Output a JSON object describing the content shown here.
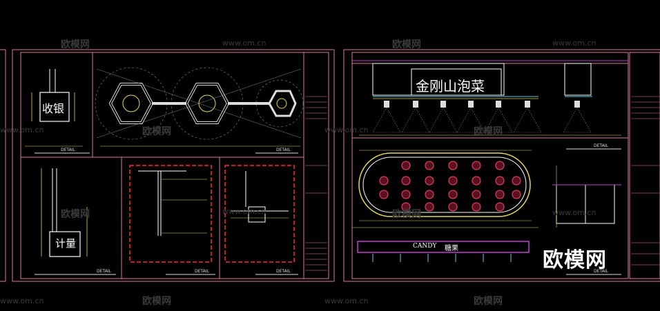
{
  "colors": {
    "background": "#000000",
    "frame": "#e07a9a",
    "dim": "#e6d85a",
    "line_white": "#ffffff",
    "line_cyan": "#5ad0e6",
    "line_magenta": "#c23bd4",
    "red_dash": "#ff2a2a"
  },
  "signs": {
    "cashier": "收银",
    "measure": "计量",
    "store_name": "金刚山泡菜",
    "candy": "CANDY",
    "candy_cn": "糖果"
  },
  "detail_labels": [
    "DETAIL",
    "DETAIL",
    "DETAIL",
    "DETAIL",
    "DETAIL",
    "DETAIL",
    "DETAIL"
  ],
  "watermarks": {
    "brand_cn": "欧模网",
    "url": "www.om.cn"
  }
}
